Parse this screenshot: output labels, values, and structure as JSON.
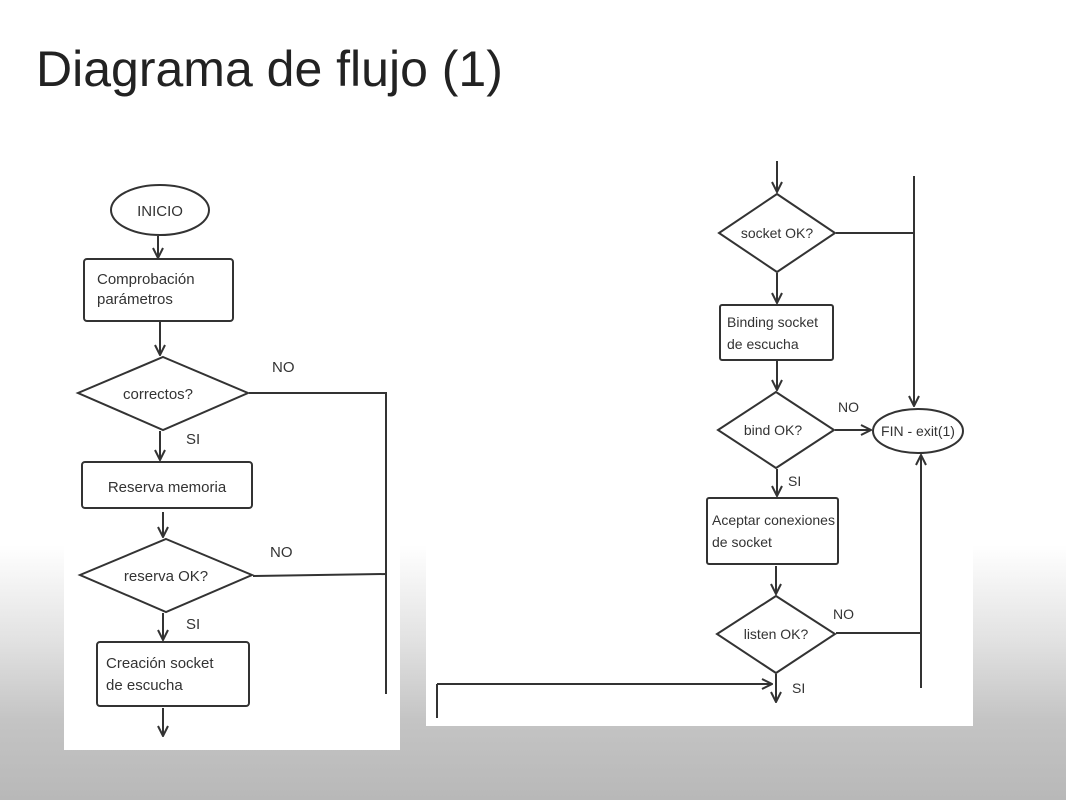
{
  "slide": {
    "title": "Diagrama de flujo (1)"
  },
  "left_flow": {
    "start_label": "INICIO",
    "check_params_line1": "Comprobación",
    "check_params_line2": "parámetros",
    "decision_correct": "correctos?",
    "no_1": "NO",
    "si_1": "SI",
    "reserve_memory": "Reserva memoria",
    "decision_reserve": "reserva OK?",
    "no_2": "NO",
    "si_2": "SI",
    "create_socket_line1": "Creación socket",
    "create_socket_line2": "de escucha"
  },
  "right_flow": {
    "decision_socket": "socket OK?",
    "binding_line1": "Binding socket",
    "binding_line2": "de escucha",
    "decision_bind": "bind OK?",
    "no_bind": "NO",
    "end_label": "FIN - exit(1)",
    "si_bind": "SI",
    "accept_line1": "Aceptar conexiones",
    "accept_line2": "de socket",
    "decision_listen": "listen OK?",
    "no_listen": "NO",
    "si_listen": "SI"
  }
}
